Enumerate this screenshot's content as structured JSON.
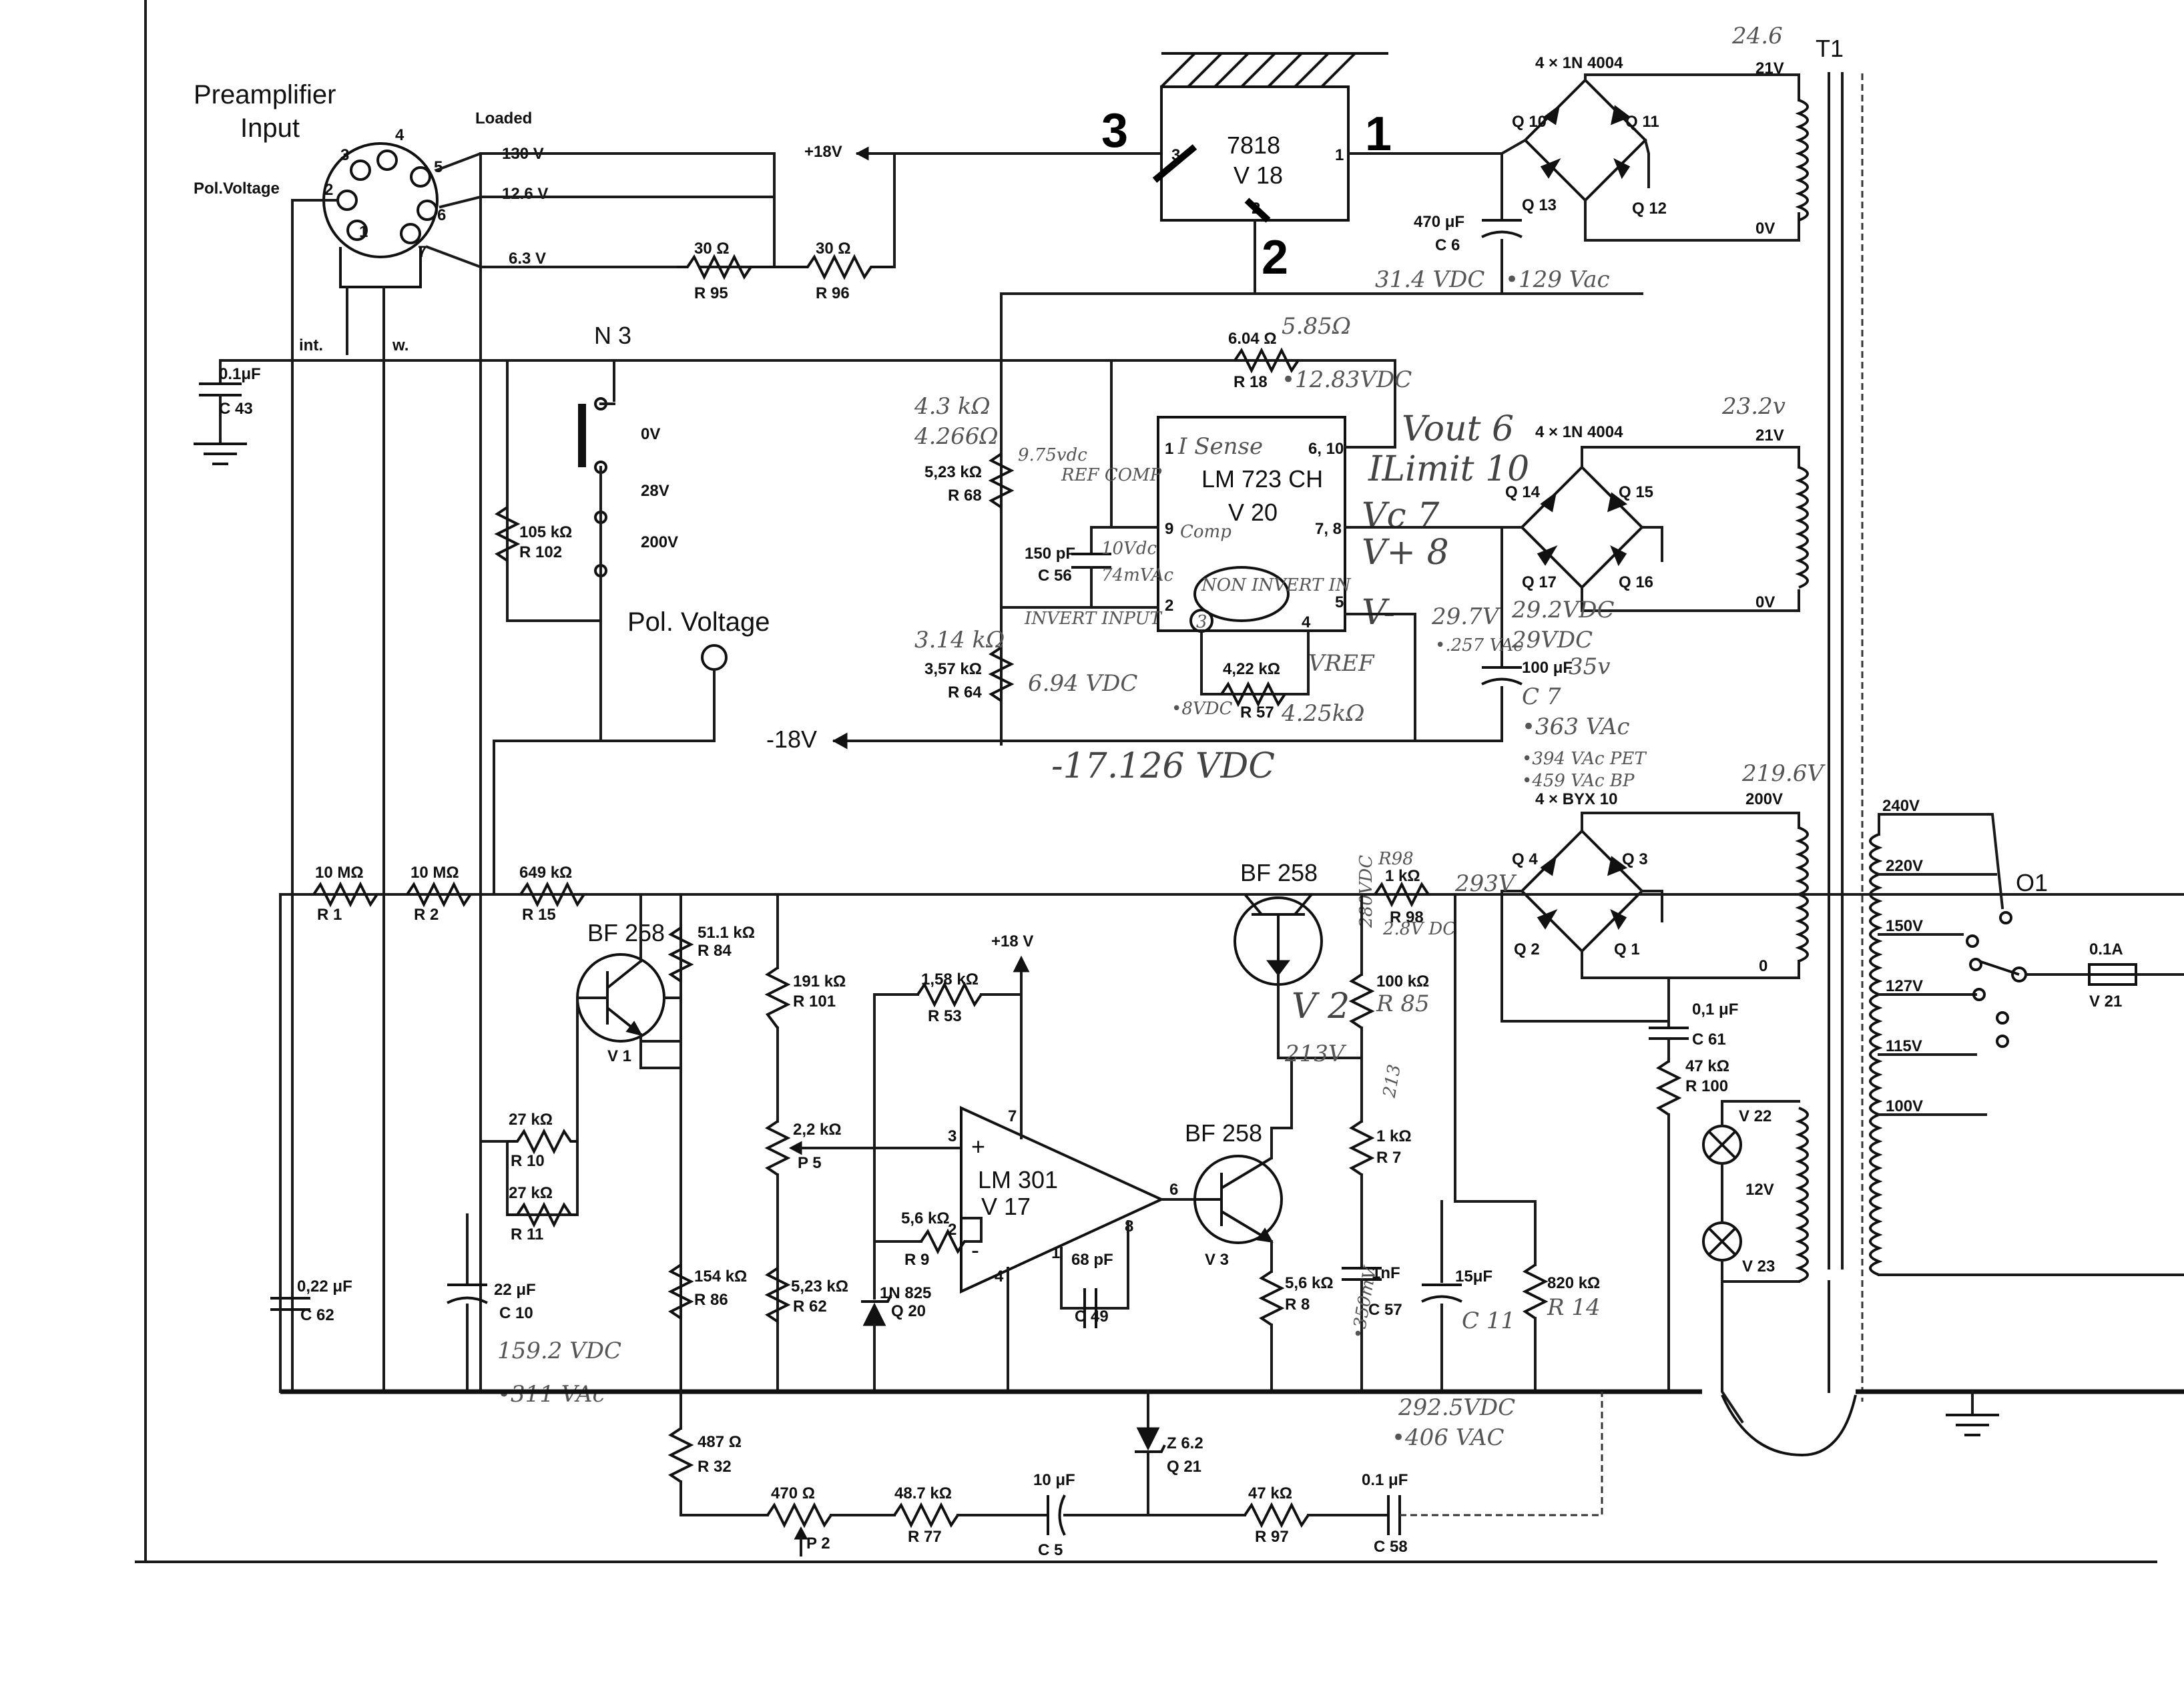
{
  "title": {
    "line1": "Preamplifier",
    "line2": "Input"
  },
  "connector": {
    "pol_voltage": "Pol.Voltage",
    "pins": [
      "1",
      "2",
      "3",
      "4",
      "5",
      "6",
      "7"
    ],
    "loaded": "Loaded",
    "v130": "130 V",
    "v126": "12.6 V",
    "v63": "6.3 V",
    "int": "int.",
    "w": "w."
  },
  "regulator_18": {
    "name": "7818",
    "ref": "V 18",
    "pin1": "1",
    "pin2": "2",
    "pin3": "3",
    "hw_pin1": "1",
    "hw_pin2": "2",
    "hw_pin3": "3",
    "plus18": "+18V"
  },
  "bridge_top": {
    "diodes": "4 × 1N 4004",
    "q": [
      "Q 10",
      "Q 11",
      "Q 12",
      "Q 13"
    ],
    "winding": "21V",
    "zero": "0V",
    "hw_voltage": "24.6",
    "transformer": "T1"
  },
  "c6": {
    "value": "470 μF",
    "ref": "C 6",
    "hw_dc": "31.4 VDC",
    "hw_ac": "•129 Vac"
  },
  "r95": {
    "value": "30 Ω",
    "ref": "R 95"
  },
  "r96": {
    "value": "30 Ω",
    "ref": "R 96"
  },
  "c43": {
    "value": "0.1μF",
    "ref": "C 43"
  },
  "n3": {
    "ref": "N 3",
    "ov": "0V",
    "v28": "28V",
    "v200": "200V"
  },
  "r102": {
    "value": "105 kΩ",
    "ref": "R 102"
  },
  "pol_voltage_label": "Pol. Voltage",
  "minus18": "-18V",
  "r18": {
    "value": "6.04 Ω",
    "ref": "R 18",
    "hw_r": "5.85Ω",
    "hw_v": "•12.83VDC"
  },
  "lm723": {
    "name": "LM 723 CH",
    "ref": "V 20",
    "p1": "1",
    "p610": "6, 10",
    "p9": "9",
    "p78": "7, 8",
    "p2": "2",
    "p4": "4",
    "p5": "5",
    "hw_isense": "I Sense",
    "hw_comp": "Comp",
    "hw_nonin": "NON INVERT IN",
    "hw_pin3": "3",
    "hw_vout": "Vout 6",
    "hw_ilimit": "ILimit 10",
    "hw_vc": "Vc 7",
    "hw_vplus": "V+ 8",
    "hw_vminus": "V-",
    "hw_vref": "VREF"
  },
  "r68": {
    "value": "5,23 kΩ",
    "ref": "R 68",
    "hw_r1": "4.3 kΩ",
    "hw_r2": "4.266Ω",
    "hw_v": "9.75vdc",
    "hw_note": "REF COMP"
  },
  "c56": {
    "value": "150 pF",
    "ref": "C 56",
    "hw_dc": "10Vdc",
    "hw_ac": "74mVAc"
  },
  "r64": {
    "value": "3,57 kΩ",
    "ref": "R 64",
    "hw_r": "3.14 kΩ",
    "hw_note": "INVERT INPUT",
    "hw_v": "6.94 VDC"
  },
  "r57": {
    "value": "4,22 kΩ",
    "ref": "R 57",
    "hw_r": "4.25kΩ",
    "hw_v": "•8VDC"
  },
  "hw_minus18": "-17.126 VDC",
  "bridge_mid": {
    "diodes": "4 × 1N 4004",
    "q": [
      "Q 14",
      "Q 15",
      "Q 16",
      "Q 17"
    ],
    "winding": "21V",
    "zero": "0V",
    "hw_voltage": "23.2v"
  },
  "c7": {
    "value": "100 μF",
    "ref": "C 7",
    "hw_rating": "35v",
    "hw_left": "29.7V",
    "hw_left2": "•.257 VAc",
    "hw_r1": "29.2VDC",
    "hw_r2": "29VDC",
    "hw_ac": "•363 VAc",
    "hw_ac2": "•394 VAc PET",
    "hw_ac3": "•459 VAc BP"
  },
  "bridge_hv": {
    "diodes": "4 × BYX 10",
    "q": [
      "Q 4",
      "Q 3",
      "Q 2",
      "Q 1"
    ],
    "winding": "200V",
    "zero": "0",
    "hw_voltage": "219.6V"
  },
  "primary": {
    "taps": [
      "240V",
      "220V",
      "150V",
      "127V",
      "115V",
      "100V"
    ],
    "switch": "O1",
    "fuse": "0.1A",
    "fuse_ref": "V 21"
  },
  "heater": {
    "v22": "V 22",
    "v23": "V 23",
    "v": "12V"
  },
  "c61": {
    "value": "0,1 μF",
    "ref": "C 61"
  },
  "r100": {
    "value": "47 kΩ",
    "ref": "R 100"
  },
  "r1": {
    "value": "10 MΩ",
    "ref": "R 1"
  },
  "r2": {
    "value": "10 MΩ",
    "ref": "R 2"
  },
  "r15": {
    "value": "649 kΩ",
    "ref": "R 15"
  },
  "v1": {
    "type": "BF 258",
    "ref": "V 1"
  },
  "r84": {
    "value": "51.1 kΩ",
    "ref": "R 84"
  },
  "r10": {
    "value": "27 kΩ",
    "ref": "R 10"
  },
  "r11": {
    "value": "27 kΩ",
    "ref": "R 11"
  },
  "c10": {
    "value": "22 μF",
    "ref": "C 10",
    "hw_dc": "159.2 VDC",
    "hw_ac": "•311 VAc"
  },
  "c62": {
    "value": "0,22 μF",
    "ref": "C 62"
  },
  "r86": {
    "value": "154 kΩ",
    "ref": "R 86"
  },
  "r101": {
    "value": "191 kΩ",
    "ref": "R 101"
  },
  "p5": {
    "value": "2,2 kΩ",
    "ref": "P 5"
  },
  "r62": {
    "value": "5,23 kΩ",
    "ref": "R 62"
  },
  "q20": {
    "value": "1N 825",
    "ref": "Q 20"
  },
  "r9": {
    "value": "5,6 kΩ",
    "ref": "R 9"
  },
  "r53": {
    "value": "1,58 kΩ",
    "ref": "R 53"
  },
  "lm301": {
    "name": "LM 301",
    "ref": "V 17",
    "p2": "2",
    "p3": "3",
    "p4": "4",
    "p6": "6",
    "p7": "7",
    "p8": "8",
    "p1": "1",
    "plus": "+",
    "minus": "-",
    "plus18": "+18 V"
  },
  "c49": {
    "value": "68 pF",
    "ref": "C 49"
  },
  "v2": {
    "type": "BF 258",
    "ref": "V 2",
    "hw_v": "213V",
    "hw_vce": "280VDC"
  },
  "r98": {
    "value": "1 kΩ",
    "ref": "R 98",
    "hw_r": "R98",
    "hw_v": "2.8V DC",
    "hw_node": "293V"
  },
  "r85": {
    "value": "100 kΩ",
    "ref": "R 85"
  },
  "r7": {
    "value": "1 kΩ",
    "ref": "R 7",
    "hw": "213"
  },
  "v3": {
    "type": "BF 258",
    "ref": "V 3"
  },
  "r8": {
    "value": "5,6 kΩ",
    "ref": "R 8"
  },
  "c57": {
    "value": "1nF",
    "ref": "C 57",
    "hw": "•350mV"
  },
  "c11": {
    "value": "15μF",
    "ref": "C 11"
  },
  "r14": {
    "value": "820 kΩ",
    "ref": "R 14"
  },
  "hw_bus": {
    "dc": "292.5VDC",
    "ac": "•406 VAC"
  },
  "r32": {
    "value": "487 Ω",
    "ref": "R 32"
  },
  "p2": {
    "value": "470 Ω",
    "ref": "P 2"
  },
  "r77": {
    "value": "48.7 kΩ",
    "ref": "R 77"
  },
  "c5": {
    "value": "10 μF",
    "ref": "C 5"
  },
  "q21": {
    "value": "Z 6.2",
    "ref": "Q 21"
  },
  "r97": {
    "value": "47 kΩ",
    "ref": "R 97"
  },
  "c58": {
    "value": "0.1 μF",
    "ref": "C 58"
  }
}
